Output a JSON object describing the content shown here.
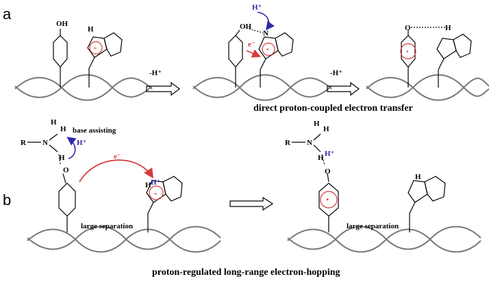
{
  "panels": {
    "a": {
      "letter": "a",
      "step1_label": "-H⁺",
      "step2_label": "-H⁺",
      "caption": "direct proton-coupled electron transfer",
      "atoms": {
        "oh": "OH",
        "nh": "H",
        "n_label": "N",
        "o_label": "O",
        "h_plus": "H⁺",
        "e_minus": "e⁻"
      }
    },
    "b": {
      "letter": "b",
      "base_label": "base assisting",
      "h_plus": "H⁺",
      "e_minus": "e⁻",
      "separation_left": "large separation",
      "separation_right": "large separation",
      "caption": "proton-regulated long-range electron-hopping",
      "atoms": {
        "r": "R",
        "n": "N",
        "h": "H",
        "o": "O",
        "h_plus_indole": "H⁺"
      }
    }
  },
  "colors": {
    "ink": "#000000",
    "electron": "#d63a3a",
    "proton": "#2d2aa8",
    "backbone": "#8a8a8a"
  }
}
